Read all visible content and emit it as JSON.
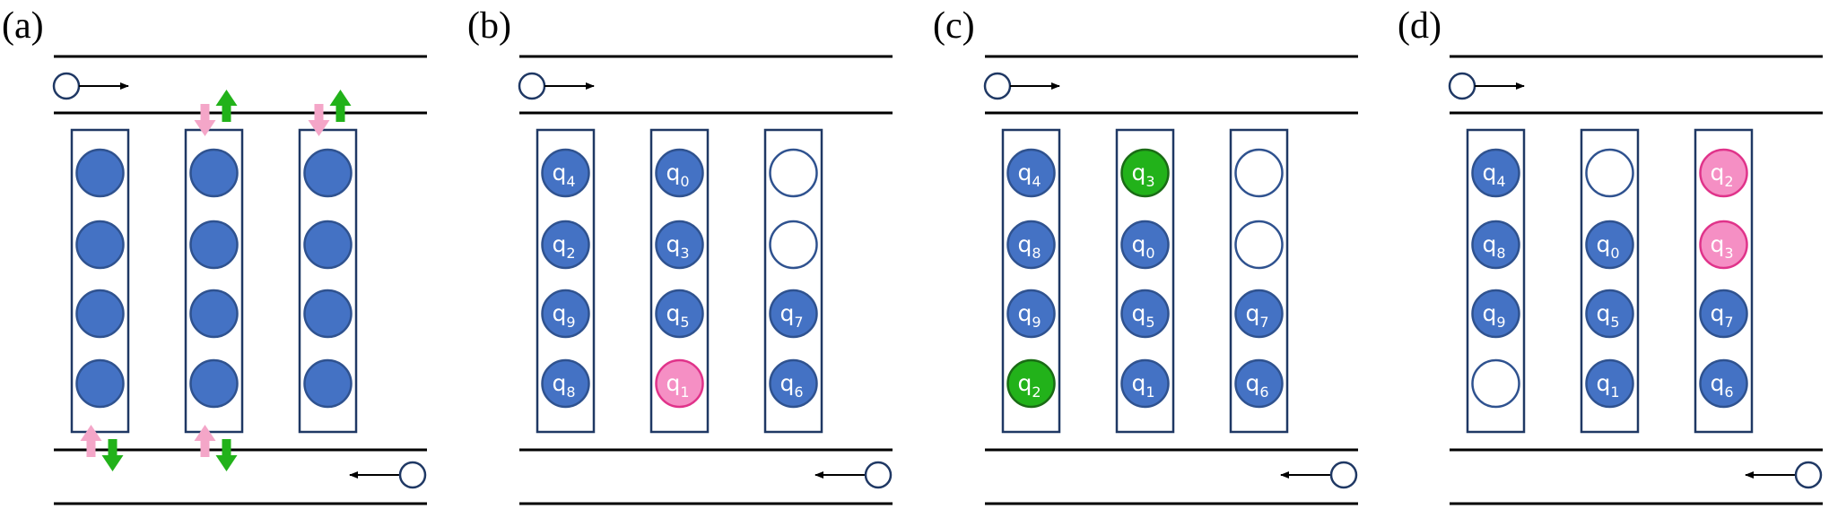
{
  "colors": {
    "line": "#000000",
    "trap_border": "#1f3864",
    "qubit_fill": "#4472c4",
    "qubit_stroke": "#2f528f",
    "highlight_pink": "#f58fc4",
    "highlight_pink_stroke": "#e0338a",
    "highlight_green": "#22b21a",
    "highlight_green_stroke": "#1a6b15",
    "empty_fill": "#ffffff",
    "arrow_pink": "#f4a6c8",
    "arrow_green": "#22b21a"
  },
  "panels": [
    {
      "label": "(a)",
      "traps": [
        {
          "slots": [
            {
              "state": "filled",
              "q": ""
            },
            {
              "state": "filled",
              "q": ""
            },
            {
              "state": "filled",
              "q": ""
            },
            {
              "state": "filled",
              "q": ""
            }
          ]
        },
        {
          "slots": [
            {
              "state": "filled",
              "q": ""
            },
            {
              "state": "filled",
              "q": ""
            },
            {
              "state": "filled",
              "q": ""
            },
            {
              "state": "filled",
              "q": ""
            }
          ]
        },
        {
          "slots": [
            {
              "state": "filled",
              "q": ""
            },
            {
              "state": "filled",
              "q": ""
            },
            {
              "state": "filled",
              "q": ""
            },
            {
              "state": "filled",
              "q": ""
            }
          ]
        }
      ],
      "top_arrows": [
        1,
        2
      ],
      "bottom_arrows": [
        0,
        1
      ]
    },
    {
      "label": "(b)",
      "traps": [
        {
          "slots": [
            {
              "state": "filled",
              "q": "4"
            },
            {
              "state": "filled",
              "q": "2"
            },
            {
              "state": "filled",
              "q": "9"
            },
            {
              "state": "filled",
              "q": "8"
            }
          ]
        },
        {
          "slots": [
            {
              "state": "filled",
              "q": "0"
            },
            {
              "state": "filled",
              "q": "3"
            },
            {
              "state": "filled",
              "q": "5"
            },
            {
              "state": "pink",
              "q": "1"
            }
          ]
        },
        {
          "slots": [
            {
              "state": "empty",
              "q": ""
            },
            {
              "state": "empty",
              "q": ""
            },
            {
              "state": "filled",
              "q": "7"
            },
            {
              "state": "filled",
              "q": "6"
            }
          ]
        }
      ],
      "top_arrows": [],
      "bottom_arrows": []
    },
    {
      "label": "(c)",
      "traps": [
        {
          "slots": [
            {
              "state": "filled",
              "q": "4"
            },
            {
              "state": "filled",
              "q": "8"
            },
            {
              "state": "filled",
              "q": "9"
            },
            {
              "state": "green",
              "q": "2"
            }
          ]
        },
        {
          "slots": [
            {
              "state": "green",
              "q": "3"
            },
            {
              "state": "filled",
              "q": "0"
            },
            {
              "state": "filled",
              "q": "5"
            },
            {
              "state": "filled",
              "q": "1"
            }
          ]
        },
        {
          "slots": [
            {
              "state": "empty",
              "q": ""
            },
            {
              "state": "empty",
              "q": ""
            },
            {
              "state": "filled",
              "q": "7"
            },
            {
              "state": "filled",
              "q": "6"
            }
          ]
        }
      ],
      "top_arrows": [],
      "bottom_arrows": []
    },
    {
      "label": "(d)",
      "traps": [
        {
          "slots": [
            {
              "state": "filled",
              "q": "4"
            },
            {
              "state": "filled",
              "q": "8"
            },
            {
              "state": "filled",
              "q": "9"
            },
            {
              "state": "empty",
              "q": ""
            }
          ]
        },
        {
          "slots": [
            {
              "state": "empty",
              "q": ""
            },
            {
              "state": "filled",
              "q": "0"
            },
            {
              "state": "filled",
              "q": "5"
            },
            {
              "state": "filled",
              "q": "1"
            }
          ]
        },
        {
          "slots": [
            {
              "state": "pink",
              "q": "2"
            },
            {
              "state": "pink",
              "q": "3"
            },
            {
              "state": "filled",
              "q": "7"
            },
            {
              "state": "filled",
              "q": "6"
            }
          ]
        }
      ],
      "top_arrows": [],
      "bottom_arrows": []
    }
  ]
}
